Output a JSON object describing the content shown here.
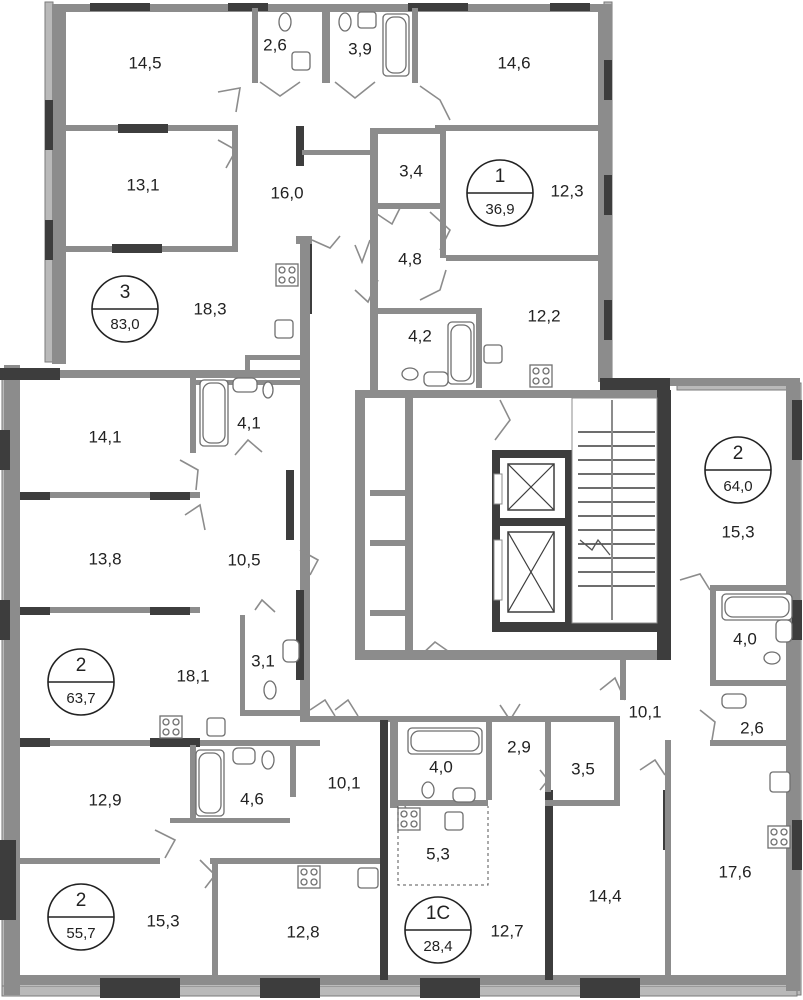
{
  "rooms": [
    {
      "label": "14,5"
    },
    {
      "label": "2,6"
    },
    {
      "label": "3,9"
    },
    {
      "label": "14,6"
    },
    {
      "label": "13,1"
    },
    {
      "label": "16,0"
    },
    {
      "label": "3,4"
    },
    {
      "label": "12,3"
    },
    {
      "label": "4,8"
    },
    {
      "label": "18,3"
    },
    {
      "label": "4,2"
    },
    {
      "label": "12,2"
    },
    {
      "label": "14,1"
    },
    {
      "label": "4,1"
    },
    {
      "label": "15,3"
    },
    {
      "label": "13,8"
    },
    {
      "label": "10,5"
    },
    {
      "label": "4,0"
    },
    {
      "label": "3,1"
    },
    {
      "label": "18,1"
    },
    {
      "label": "10,1"
    },
    {
      "label": "2,6"
    },
    {
      "label": "2,9"
    },
    {
      "label": "4,0"
    },
    {
      "label": "3,5"
    },
    {
      "label": "12,9"
    },
    {
      "label": "4,6"
    },
    {
      "label": "10,1"
    },
    {
      "label": "5,3"
    },
    {
      "label": "17,6"
    },
    {
      "label": "14,4"
    },
    {
      "label": "15,3"
    },
    {
      "label": "12,8"
    },
    {
      "label": "12,7"
    }
  ],
  "apartments": [
    {
      "number": "1",
      "area": "36,9"
    },
    {
      "number": "3",
      "area": "83,0"
    },
    {
      "number": "2",
      "area": "64,0"
    },
    {
      "number": "2",
      "area": "63,7"
    },
    {
      "number": "2",
      "area": "55,7"
    },
    {
      "number": "1С",
      "area": "28,4"
    }
  ]
}
